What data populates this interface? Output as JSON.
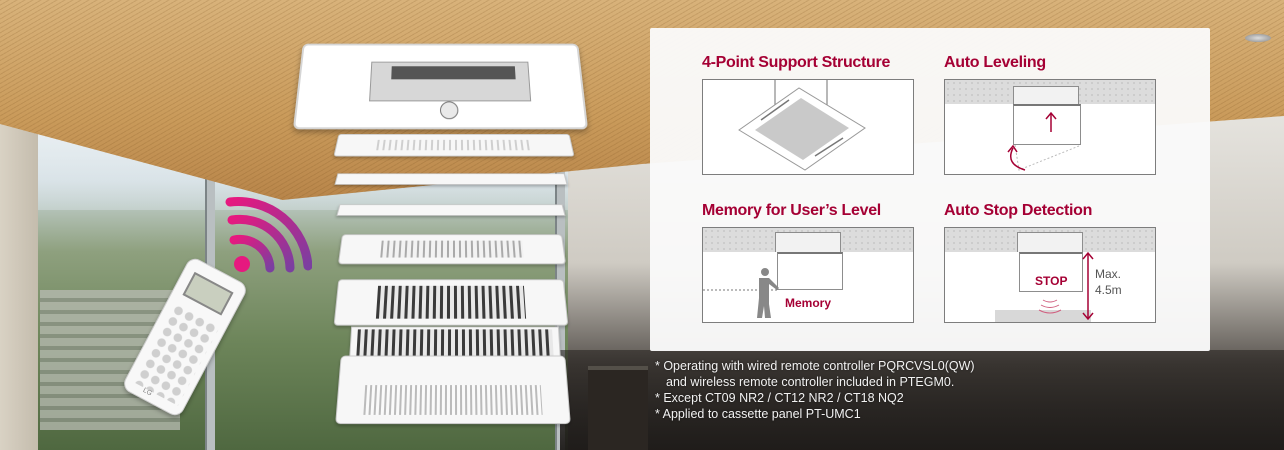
{
  "features": [
    {
      "id": "four-point",
      "title": "4-Point Support Structure"
    },
    {
      "id": "auto-leveling",
      "title": "Auto Leveling"
    },
    {
      "id": "memory-level",
      "title": "Memory for User’s Level",
      "illustration_label": "Memory"
    },
    {
      "id": "auto-stop",
      "title": "Auto Stop Detection",
      "illustration_label": "STOP",
      "height_label_line1": "Max.",
      "height_label_line2": "4.5m"
    }
  ],
  "footnotes": [
    "* Operating with wired remote controller PQRCVSL0(QW)",
    "and wireless remote controller included in PTEGM0.",
    "* Except CT09 NR2 / CT12 NR2 / CT18 NQ2",
    "* Applied to cassette panel PT-UMC1"
  ],
  "remote": {
    "brand": "LG"
  },
  "colors": {
    "accent": "#a50034",
    "wifi_pink": "#e6197f",
    "wifi_purple": "#7b3fa0",
    "panel_bg": "#fafafa"
  }
}
